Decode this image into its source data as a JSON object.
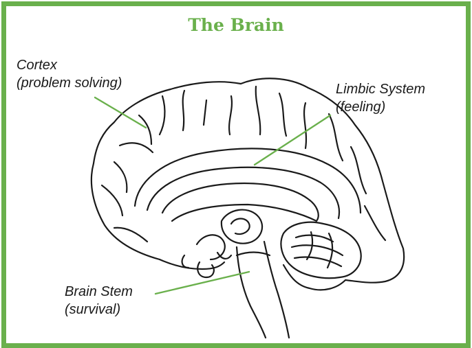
{
  "title": "The Brain",
  "labels": {
    "cortex": {
      "name": "Cortex",
      "function": "(problem solving)"
    },
    "limbic": {
      "name": "Limbic System",
      "function": "(feeling)"
    },
    "stem": {
      "name": "Brain Stem",
      "function": "(survival)"
    }
  },
  "colors": {
    "accent": "#6ab04c",
    "ink": "#1a1a1a"
  }
}
